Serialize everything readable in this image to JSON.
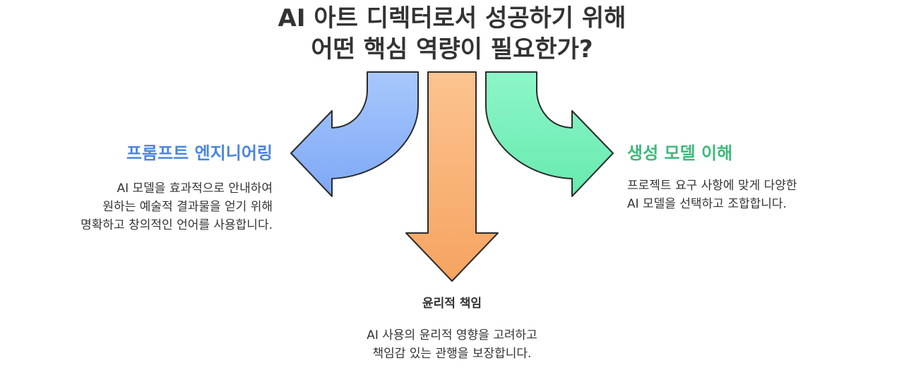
{
  "title": {
    "line1": "AI 아트 디렉터로서 성공하기 위해",
    "line2": "어떤 핵심 역량이 필요한가?"
  },
  "branches": [
    {
      "heading": "프롬프트 엔지니어링",
      "color": "#4a86e0",
      "fill": "#8fb6fb",
      "lines": [
        "AI 모델을 효과적으로 안내하여",
        "원하는 예술적 결과물을 얻기 위해",
        "명확하고 창의적인 언어를 사용합니다."
      ]
    },
    {
      "heading": "윤리적 책임",
      "color": "#333333",
      "fill": "#f9ab6c",
      "lines": [
        "AI 사용의 윤리적 영향을 고려하고",
        "책임감 있는 관행을 보장합니다."
      ]
    },
    {
      "heading": "생성 모델 이해",
      "color": "#3cba78",
      "fill": "#7df2be",
      "lines": [
        "프로젝트 요구 사항에 맞게 다양한",
        "AI 모델을 선택하고 조합합니다."
      ]
    }
  ]
}
